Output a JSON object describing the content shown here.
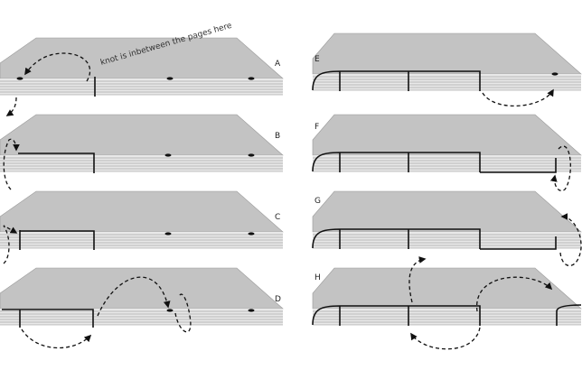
{
  "annotation": "knot is inbetween the pages here",
  "panels": [
    {
      "label": "A"
    },
    {
      "label": "B"
    },
    {
      "label": "C"
    },
    {
      "label": "D"
    },
    {
      "label": "E"
    },
    {
      "label": "F"
    },
    {
      "label": "G"
    },
    {
      "label": "H"
    }
  ],
  "colors": {
    "cover": "#c3c3c3",
    "pages": "#e8e8e8",
    "lines": "#8a8a8a",
    "thread": "#111111"
  }
}
